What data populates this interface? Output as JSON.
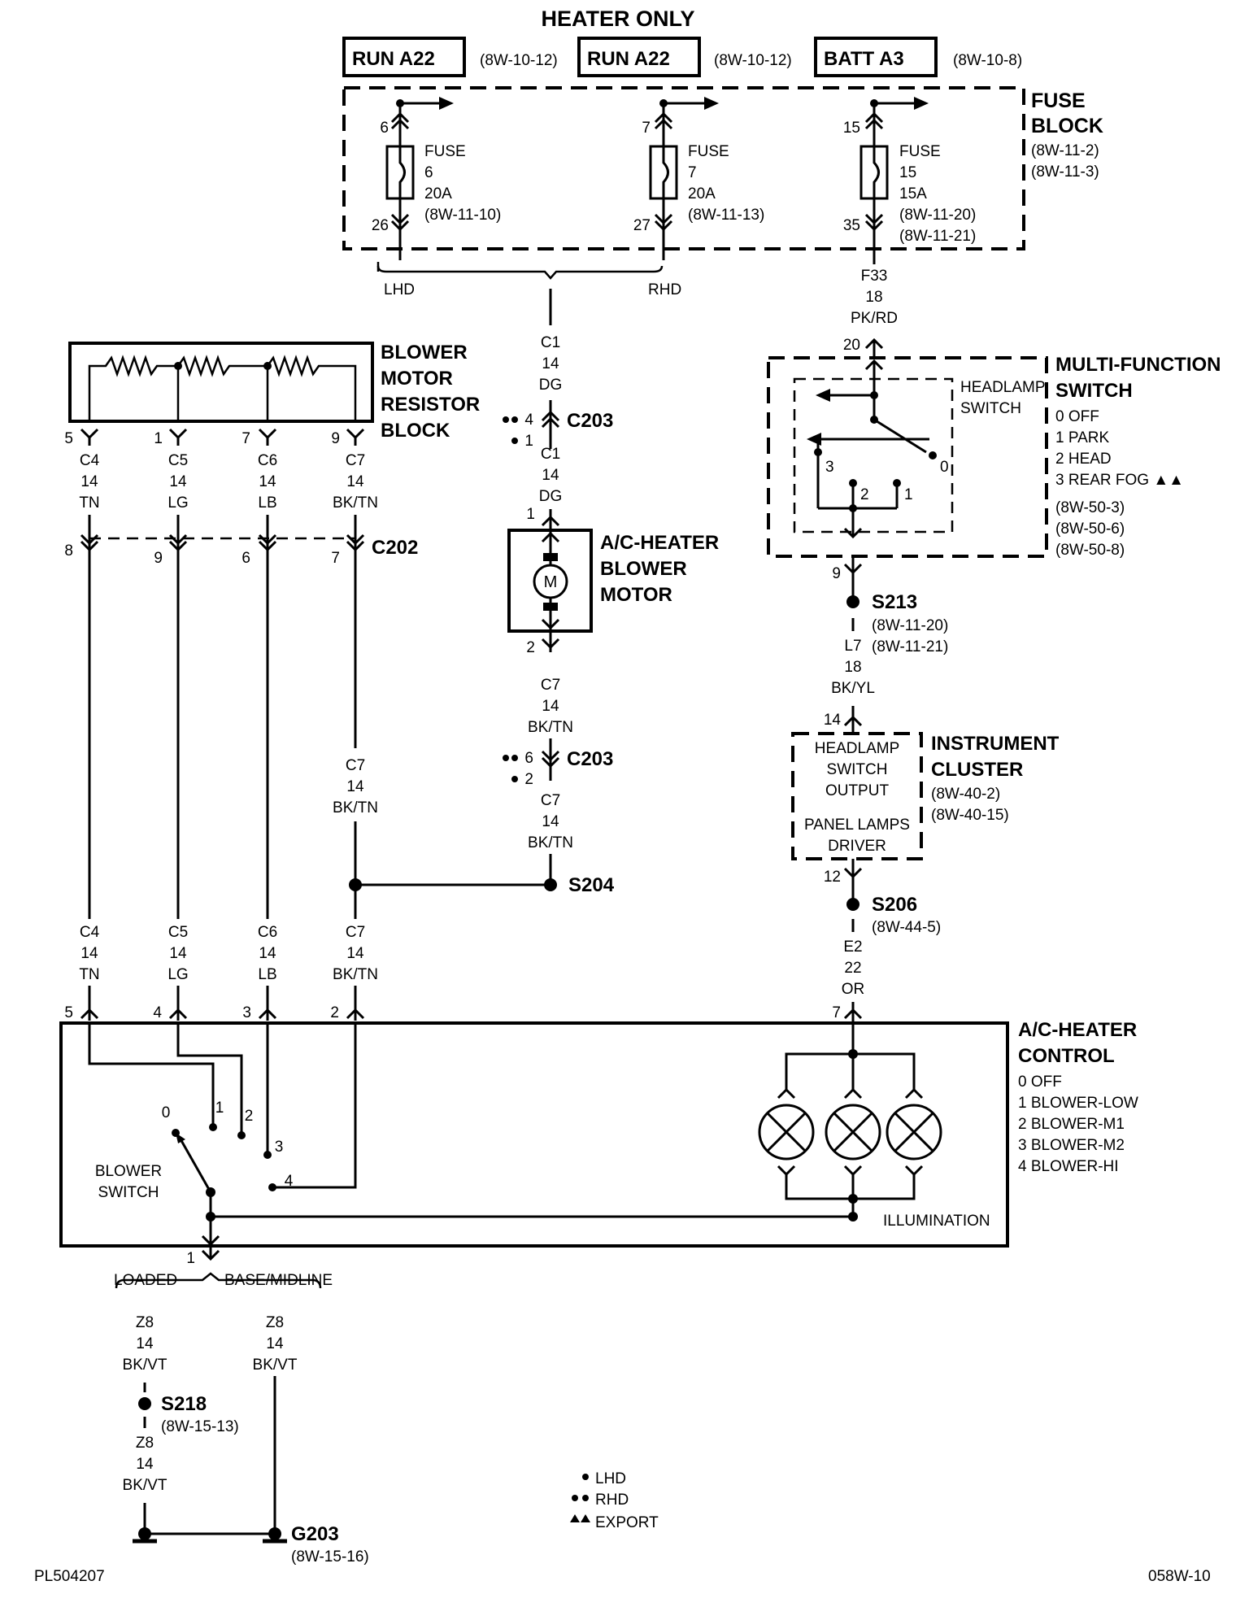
{
  "title": "HEATER ONLY",
  "sources": [
    {
      "label": "RUN A22",
      "ref": "(8W-10-12)"
    },
    {
      "label": "RUN A22",
      "ref": "(8W-10-12)"
    },
    {
      "label": "BATT A3",
      "ref": "(8W-10-8)"
    }
  ],
  "fuse_block": {
    "title_1": "FUSE",
    "title_2": "BLOCK",
    "ref_1": "(8W-11-2)",
    "ref_2": "(8W-11-3)",
    "fuses": [
      {
        "in_pin": "6",
        "word": "FUSE",
        "num": "6",
        "amps": "20A",
        "ref": "(8W-11-10)",
        "ref2": "",
        "out_pin": "26"
      },
      {
        "in_pin": "7",
        "word": "FUSE",
        "num": "7",
        "amps": "20A",
        "ref": "(8W-11-13)",
        "ref2": "",
        "out_pin": "27"
      },
      {
        "in_pin": "15",
        "word": "FUSE",
        "num": "15",
        "amps": "15A",
        "ref": "(8W-11-20)",
        "ref2": "(8W-11-21)",
        "out_pin": "35"
      }
    ]
  },
  "options": {
    "lhd": "LHD",
    "rhd": "RHD",
    "loaded": "LOADED",
    "base": "BASE/MIDLINE"
  },
  "wire_c1": {
    "circuit": "C1",
    "gauge": "14",
    "color": "DG"
  },
  "wire_f33": {
    "circuit": "F33",
    "gauge": "18",
    "color": "PK/RD"
  },
  "c203": {
    "name": "C203",
    "pin_rhd_1": "4",
    "pin_lhd_1": "1",
    "pin_rhd_2": "6",
    "pin_lhd_2": "2"
  },
  "blower_motor": {
    "line1": "A/C-HEATER",
    "line2": "BLOWER",
    "line3": "MOTOR",
    "symbol": "M",
    "pin_in": "1",
    "pin_out": "2"
  },
  "wire_c7": {
    "circuit": "C7",
    "gauge": "14",
    "color": "BK/TN"
  },
  "s204": "S204",
  "resistor_block": {
    "line1": "BLOWER",
    "line2": "MOTOR",
    "line3": "RESISTOR",
    "line4": "BLOCK",
    "wires": [
      {
        "pin": "5",
        "circuit": "C4",
        "gauge": "14",
        "color": "TN",
        "c202_pin": "8"
      },
      {
        "pin": "1",
        "circuit": "C5",
        "gauge": "14",
        "color": "LG",
        "c202_pin": "9"
      },
      {
        "pin": "7",
        "circuit": "C6",
        "gauge": "14",
        "color": "LB",
        "c202_pin": "6"
      },
      {
        "pin": "9",
        "circuit": "C7",
        "gauge": "14",
        "color": "BK/TN",
        "c202_pin": "7"
      }
    ]
  },
  "c202": "C202",
  "mfs": {
    "title_1": "MULTI-FUNCTION",
    "title_2": "SWITCH",
    "in_pin": "20",
    "out_pin": "9",
    "sub_1": "HEADLAMP",
    "sub_2": "SWITCH",
    "pos_0": "0",
    "pos_1": "1",
    "pos_2": "2",
    "pos_3": "3",
    "legend": [
      "0 OFF",
      "1 PARK",
      "2 HEAD",
      "3 REAR FOG ▲▲"
    ],
    "refs": [
      "(8W-50-3)",
      "(8W-50-6)",
      "(8W-50-8)"
    ]
  },
  "s213": {
    "name": "S213",
    "ref_1": "(8W-11-20)",
    "ref_2": "(8W-11-21)"
  },
  "wire_l7": {
    "circuit": "L7",
    "gauge": "18",
    "color": "BK/YL"
  },
  "cluster": {
    "title_1": "INSTRUMENT",
    "title_2": "CLUSTER",
    "ref_1": "(8W-40-2)",
    "ref_2": "(8W-40-15)",
    "in_pin": "14",
    "out_pin": "12",
    "l1": "HEADLAMP",
    "l2": "SWITCH",
    "l3": "OUTPUT",
    "l4": "PANEL LAMPS",
    "l5": "DRIVER"
  },
  "s206": {
    "name": "S206",
    "ref": "(8W-44-5)"
  },
  "wire_e2": {
    "circuit": "E2",
    "gauge": "22",
    "color": "OR"
  },
  "control": {
    "title_1": "A/C-HEATER",
    "title_2": "CONTROL",
    "legend": [
      "0  OFF",
      "1  BLOWER-LOW",
      "2  BLOWER-M1",
      "3  BLOWER-M2",
      "4  BLOWER-HI"
    ],
    "pins": [
      "5",
      "4",
      "3",
      "2"
    ],
    "e2_pin": "7",
    "gnd_pin": "1",
    "sw_1": "BLOWER",
    "sw_2": "SWITCH",
    "illum": "ILLUMINATION",
    "pos": [
      "0",
      "1",
      "2",
      "3",
      "4"
    ]
  },
  "wire_z8": {
    "circuit": "Z8",
    "gauge": "14",
    "color": "BK/VT"
  },
  "s218": {
    "name": "S218",
    "ref": "(8W-15-13)"
  },
  "g203": {
    "name": "G203",
    "ref": "(8W-15-16)"
  },
  "legend": {
    "lhd": "LHD",
    "rhd": "RHD",
    "export": "EXPORT"
  },
  "footer": {
    "left": "PL504207",
    "right": "058W-10"
  }
}
